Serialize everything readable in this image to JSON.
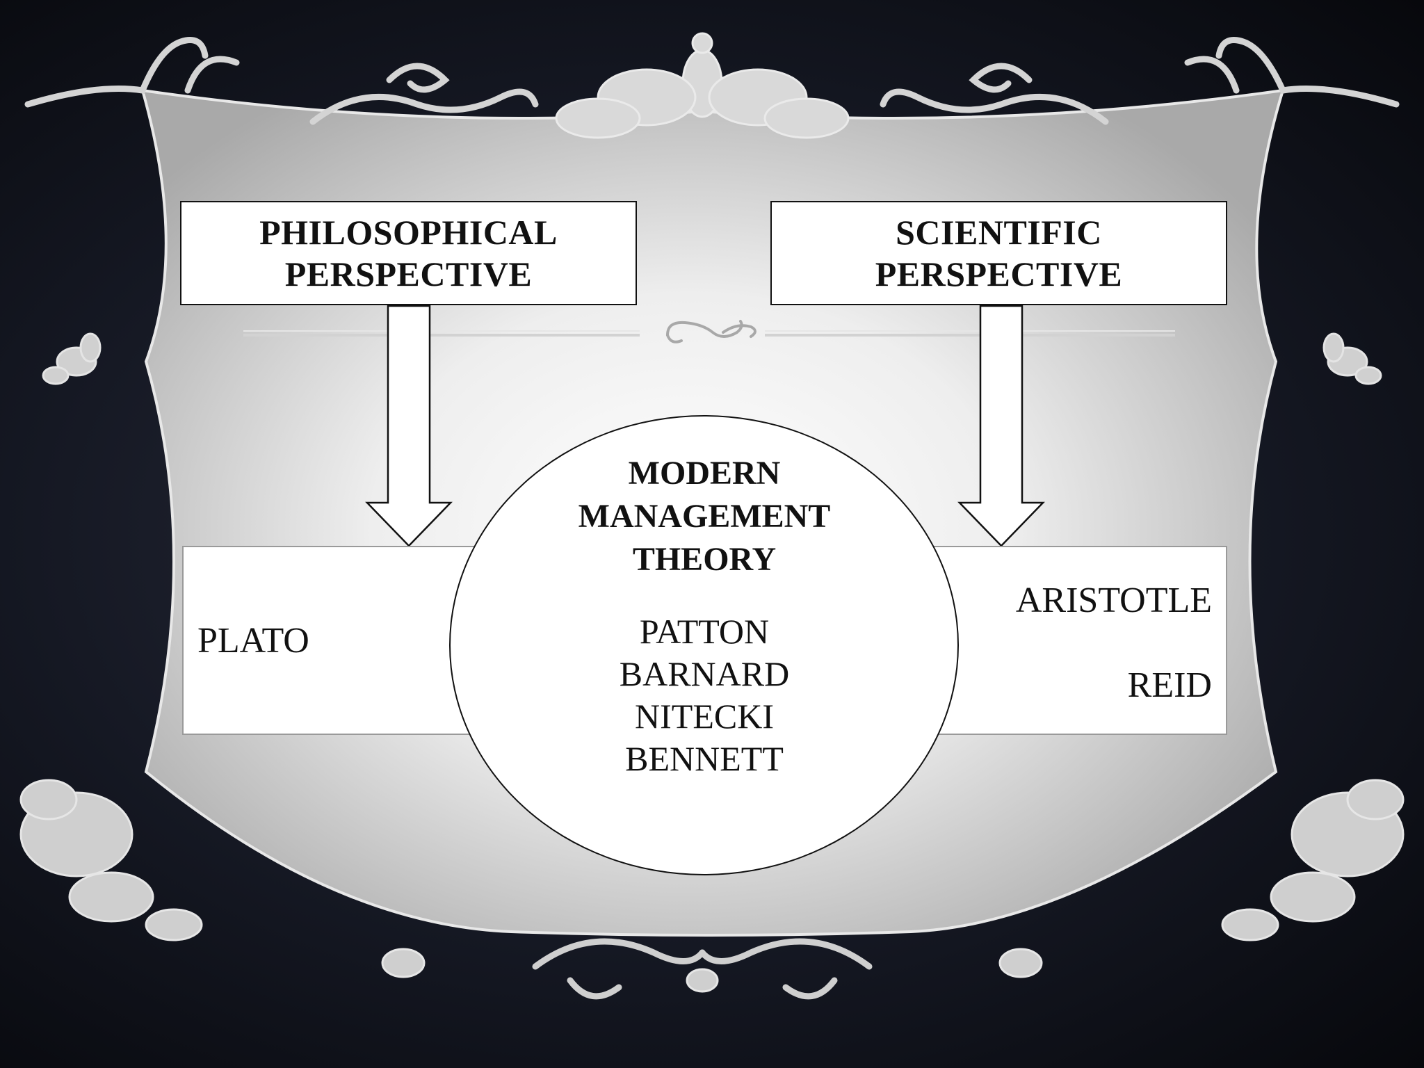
{
  "diagram": {
    "philosophical": {
      "line1": "PHILOSOPHICAL",
      "line2": "PERSPECTIVE",
      "people": [
        "PLATO"
      ]
    },
    "scientific": {
      "line1": "SCIENTIFIC",
      "line2": "PERSPECTIVE",
      "people": [
        "ARISTOTLE",
        "REID"
      ]
    },
    "center": {
      "title": [
        "MODERN",
        "MANAGEMENT",
        "THEORY"
      ],
      "people": [
        "PATTON",
        "BARNARD",
        "NITECKI",
        "BENNETT"
      ]
    }
  },
  "colors": {
    "background": "#0f1119",
    "frame": "#c9c9c9",
    "frame_highlight": "#f4f4f4",
    "ornament": "#d6d6d6",
    "ink": "#111111"
  },
  "icons": [
    "scroll-ornament-icon",
    "flourish-ornament-icon"
  ]
}
